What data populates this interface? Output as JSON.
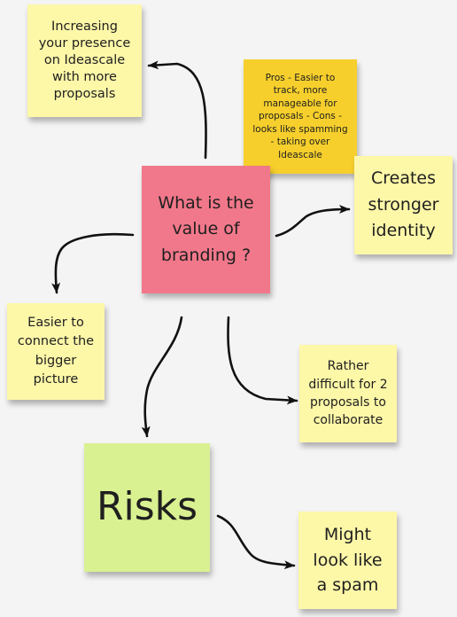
{
  "board": {
    "background": "#f4f4f4",
    "arrow_color": "#111111"
  },
  "notes": {
    "presence": {
      "text": "Increasing\nyour presence\non Ideascale\nwith more\nproposals",
      "color": "#fdf7a8"
    },
    "pros": {
      "text": "Pros - Easier to\ntrack, more\nmanageable for\nproposals  - Cons -\nlooks like spamming\n- taking over\nIdeascale",
      "color": "#f6cf2c"
    },
    "center": {
      "text": "What is the\nvalue of\nbranding ?",
      "color": "#f1788a"
    },
    "identity": {
      "text": "Creates\nstronger\nidentity",
      "color": "#fdf7a8"
    },
    "bigger": {
      "text": "Easier to\nconnect the\nbigger\npicture",
      "color": "#fdf7a8"
    },
    "collab": {
      "text": "Rather\ndifficult for 2\nproposals to\ncollaborate",
      "color": "#fdf7a8"
    },
    "risks": {
      "text": "Risks",
      "color": "#d9f191"
    },
    "spam": {
      "text": "Might\nlook like\na spam",
      "color": "#fdf7a8"
    }
  },
  "connectors": [
    {
      "from": "center",
      "to": "presence"
    },
    {
      "from": "center",
      "to": "identity"
    },
    {
      "from": "center",
      "to": "bigger"
    },
    {
      "from": "center",
      "to": "risks"
    },
    {
      "from": "center",
      "to": "collab"
    },
    {
      "from": "risks",
      "to": "spam"
    }
  ]
}
